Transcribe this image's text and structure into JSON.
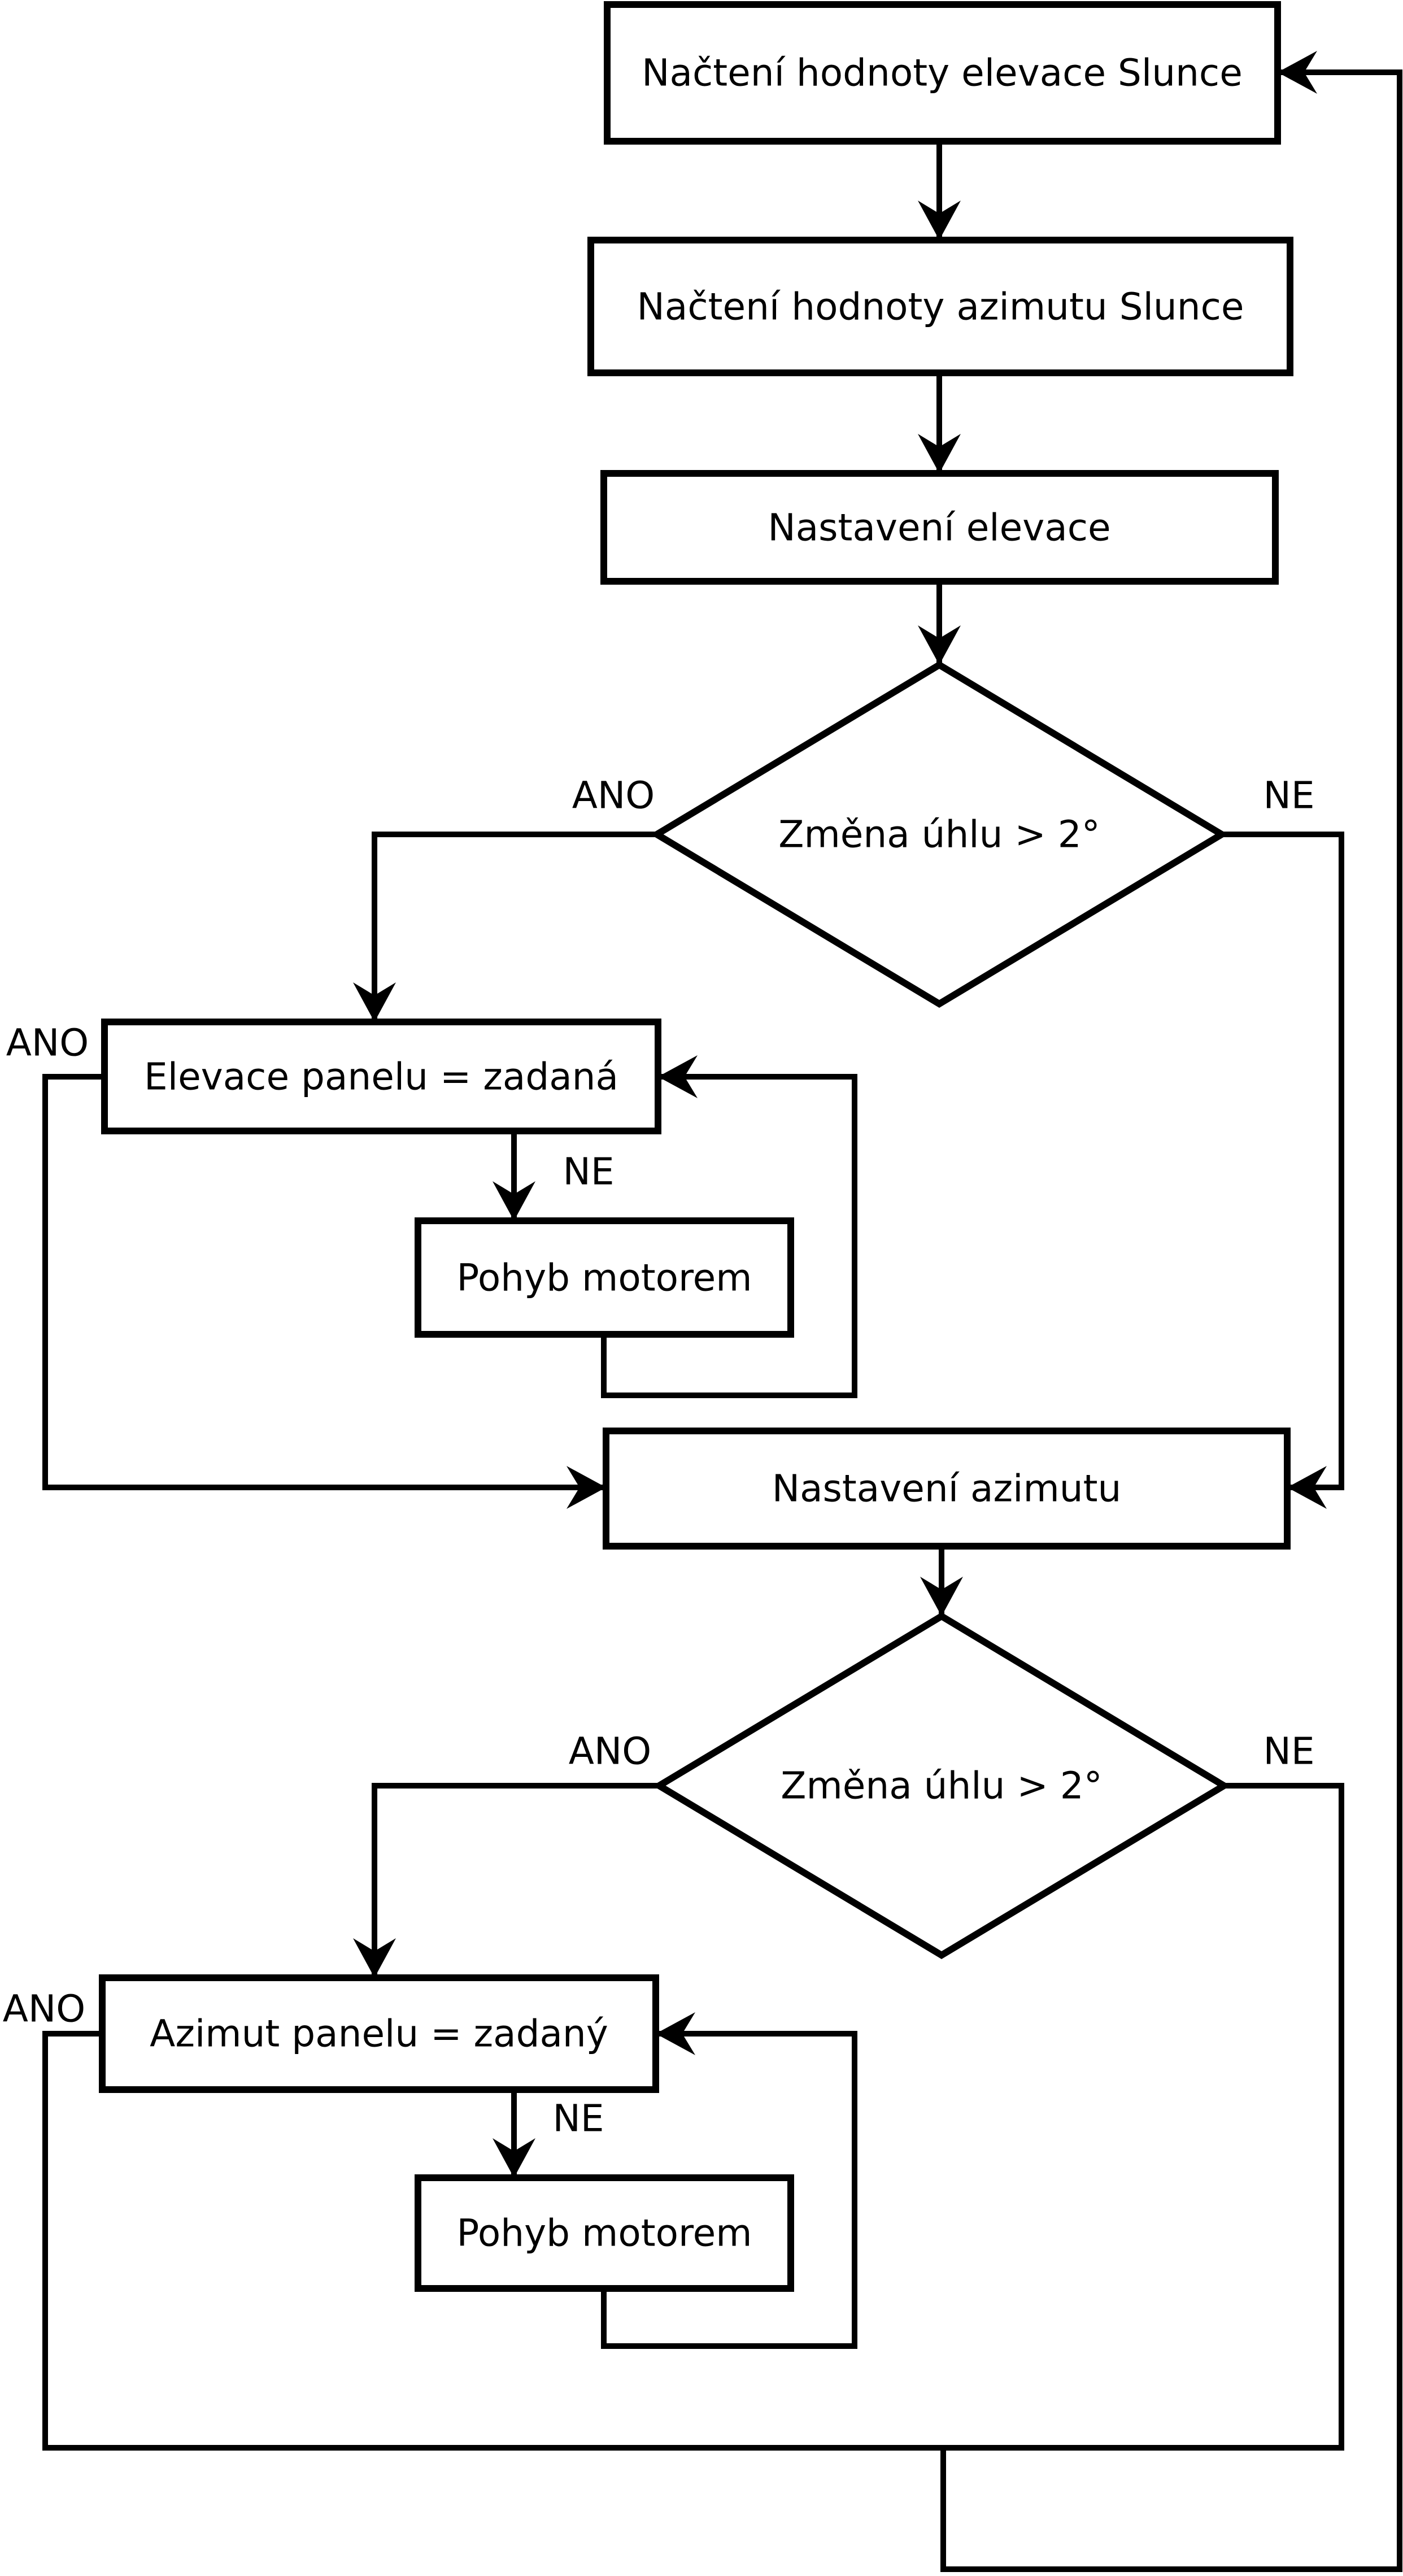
{
  "flowchart": {
    "nodes": {
      "read_elevation": "Načtení hodnoty elevace Slunce",
      "read_azimuth": "Načtení hodnoty azimutu Slunce",
      "set_elevation": "Nastavení elevace",
      "elevation_change_check": "Změna úhlu > 2°",
      "elevation_equal_check": "Elevace panelu = zadaná",
      "elevation_motor": "Pohyb motorem",
      "set_azimuth": "Nastavení azimutu",
      "azimuth_change_check": "Změna úhlu > 2°",
      "azimuth_equal_check": "Azimut panelu = zadaný",
      "azimuth_motor": "Pohyb motorem"
    },
    "edge_labels": {
      "elevation_change_yes": "ANO",
      "elevation_change_no": "NE",
      "elevation_equal_yes": "ANO",
      "elevation_equal_no": "NE",
      "azimuth_change_yes": "ANO",
      "azimuth_change_no": "NE",
      "azimuth_equal_yes": "ANO",
      "azimuth_equal_no": "NE"
    },
    "colors": {
      "line": "#000000",
      "fill": "#ffffff"
    }
  }
}
